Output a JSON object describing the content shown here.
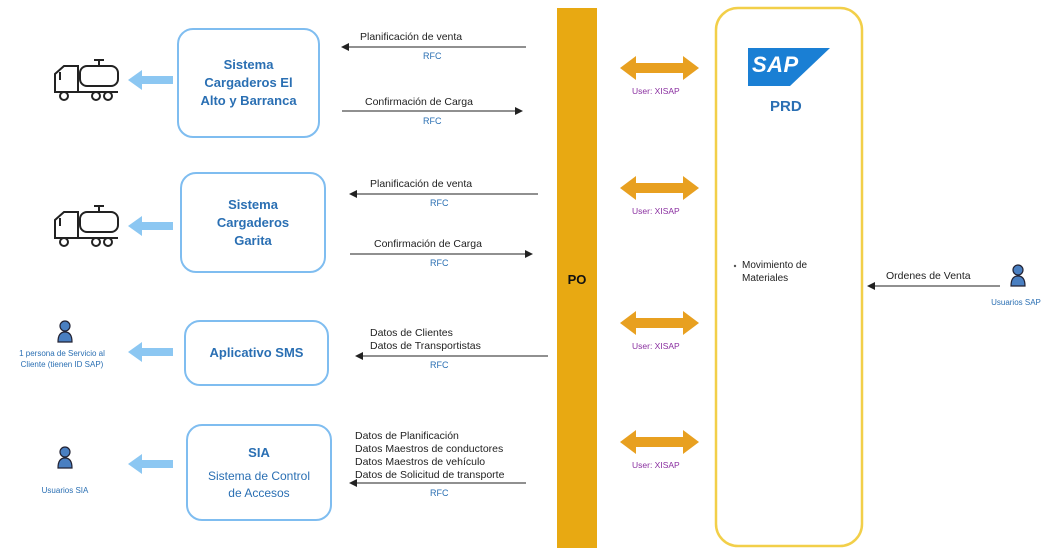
{
  "systems": [
    {
      "title": "Sistema\nCargaderos El\nAlto y Barranca"
    },
    {
      "title": "Sistema\nCargaderos\nGarita"
    },
    {
      "title": "Aplicativo SMS"
    },
    {
      "title": "SIA",
      "subtitle": "Sistema de Control\nde Accesos"
    }
  ],
  "flows": {
    "f1_in": "Planificación de venta",
    "f1_out": "Confirmación de Carga",
    "f2_in": "Planificación de venta",
    "f2_out": "Confirmación de Carga",
    "f3_in": "Datos de Clientes\nDatos de Transportistas",
    "f4_in": "Datos de Planificación\nDatos Maestros de conductores\nDatos Maestros de vehículo\nDatos de Solicitud de transporte",
    "rfc": "RFC"
  },
  "actors": {
    "sms_user": "1 persona de Servicio al\nCliente (tienen ID SAP)",
    "sia_user": "Usuarios SIA",
    "sap_user": "Usuarios SAP"
  },
  "po": {
    "label": "PO"
  },
  "connection_user": "User: XISAP",
  "sap": {
    "logo": "SAP",
    "system": "PRD",
    "process": "Movimiento de\nMateriales",
    "orders": "Ordenes de Venta"
  },
  "colors": {
    "accent_blue": "#7fbdf0",
    "po_orange": "#e8a912",
    "arrow_orange": "#e8a020",
    "sap_blue": "#1a7fd4"
  }
}
